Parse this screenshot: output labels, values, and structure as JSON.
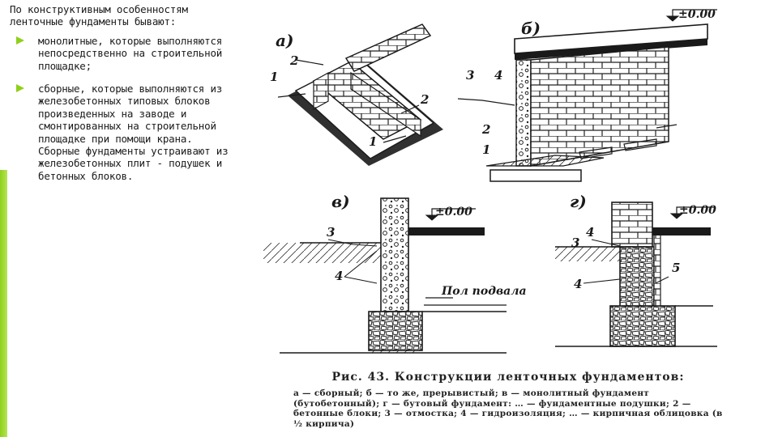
{
  "slide": {
    "intro": "По конструктивным особенностям ленточные фундаменты бывают:",
    "bullets": [
      {
        "text": "монолитные, которые выполняются непосредственно на строительной площадке;"
      },
      {
        "text": "сборные, которые выполняются из железобетонных типовых блоков произведенных на заводе и смонтированных на строительной площадке при помощи крана. Сборные фундаменты устраивают из железобетонных плит - подушек и бетонных блоков."
      }
    ],
    "accent_color": "#8fd01a"
  },
  "figure": {
    "panel_a": {
      "label": "а)",
      "callouts": [
        "1",
        "2",
        "2",
        "1"
      ]
    },
    "panel_b": {
      "label": "б)",
      "callouts": [
        "3",
        "4",
        "2",
        "1"
      ],
      "level_mark": "±0.00"
    },
    "panel_v": {
      "label": "в)",
      "callouts": [
        "3",
        "4"
      ],
      "level_mark": "±0.00",
      "basement_floor": "Пол подвала"
    },
    "panel_g": {
      "label": "г)",
      "callouts": [
        "4",
        "3",
        "5",
        "4"
      ],
      "level_mark": "±0.00"
    },
    "caption_title": "Рис. 43. Конструкции ленточных фундаментов:",
    "caption_body": "а — сборный; б — то же, прерывистый; в — монолитный фундамент (бутобетонный); г — бутовый фундамент: … — фундаментные подушки; 2 — бетонные блоки; 3 — отмостка; 4 — гидроизоляция; … — кирпичная облицовка (в ½ кирпича)"
  }
}
